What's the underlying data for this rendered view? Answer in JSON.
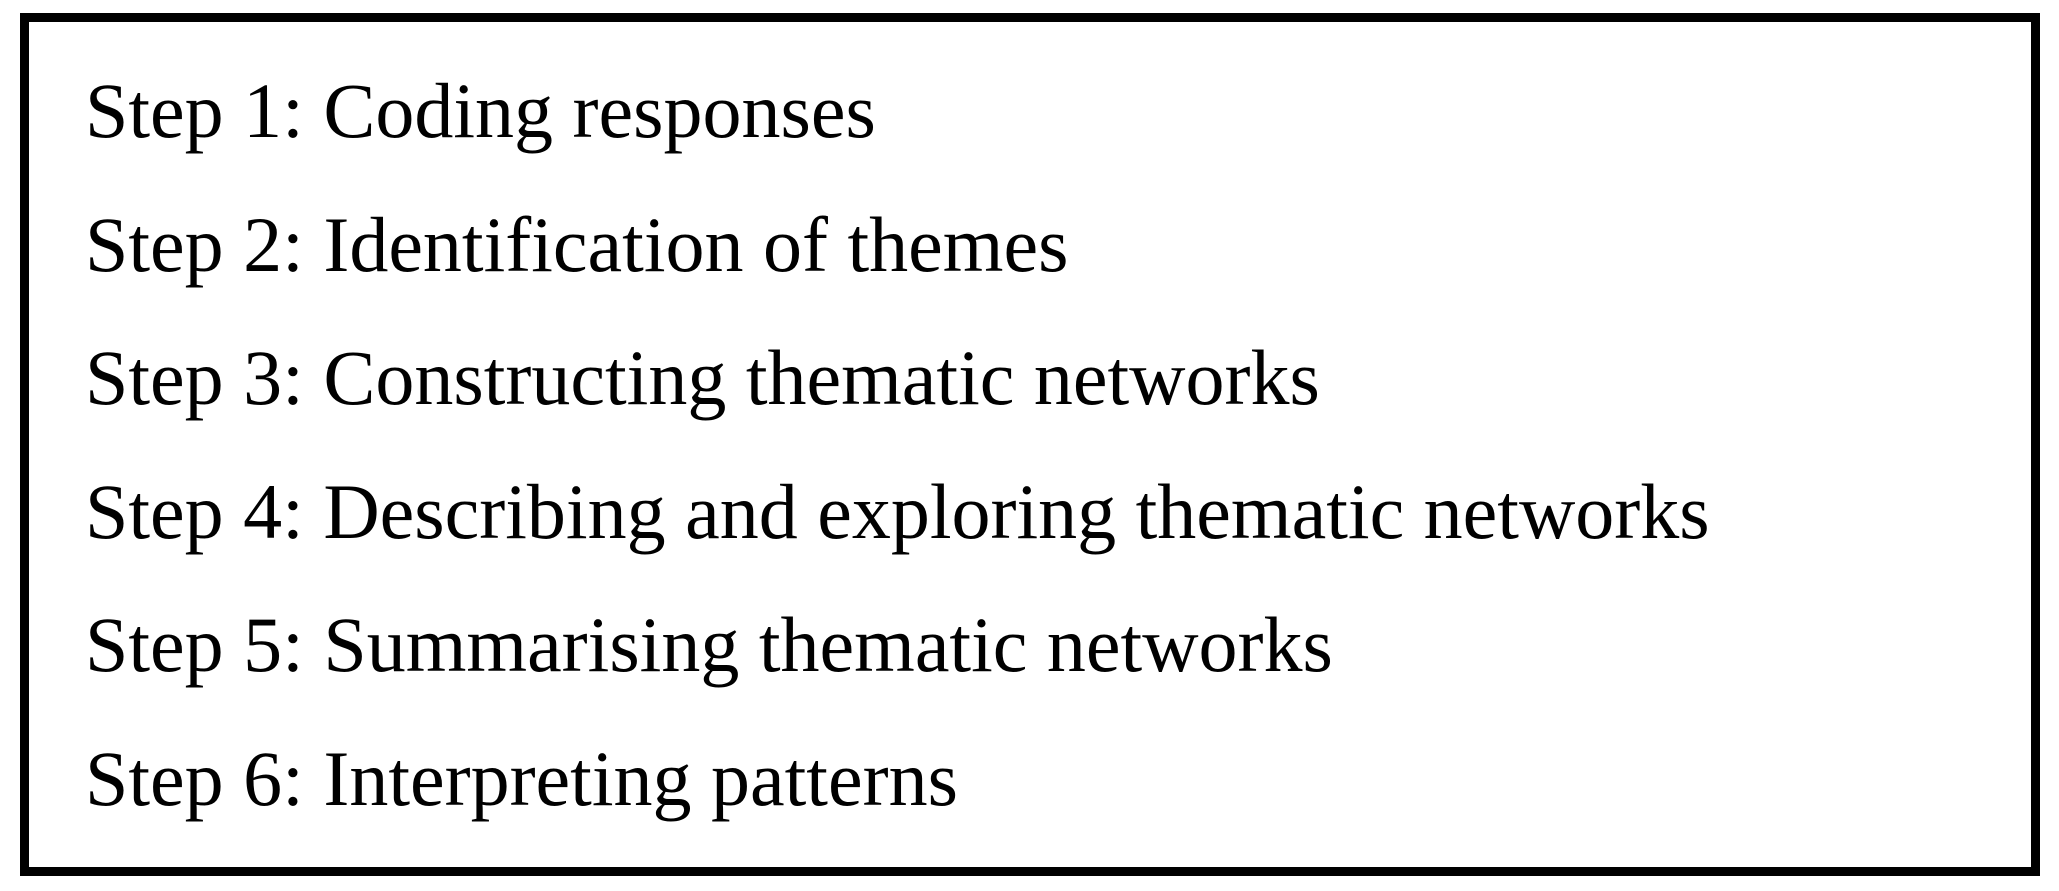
{
  "figure": {
    "steps": [
      "Step 1: Coding responses",
      "Step 2: Identification of themes",
      "Step 3: Constructing thematic networks",
      "Step 4: Describing and exploring thematic networks",
      "Step 5: Summarising thematic networks",
      "Step 6: Interpreting patterns"
    ]
  },
  "colors": {
    "border": "#000000",
    "text": "#000000",
    "background": "#ffffff"
  }
}
